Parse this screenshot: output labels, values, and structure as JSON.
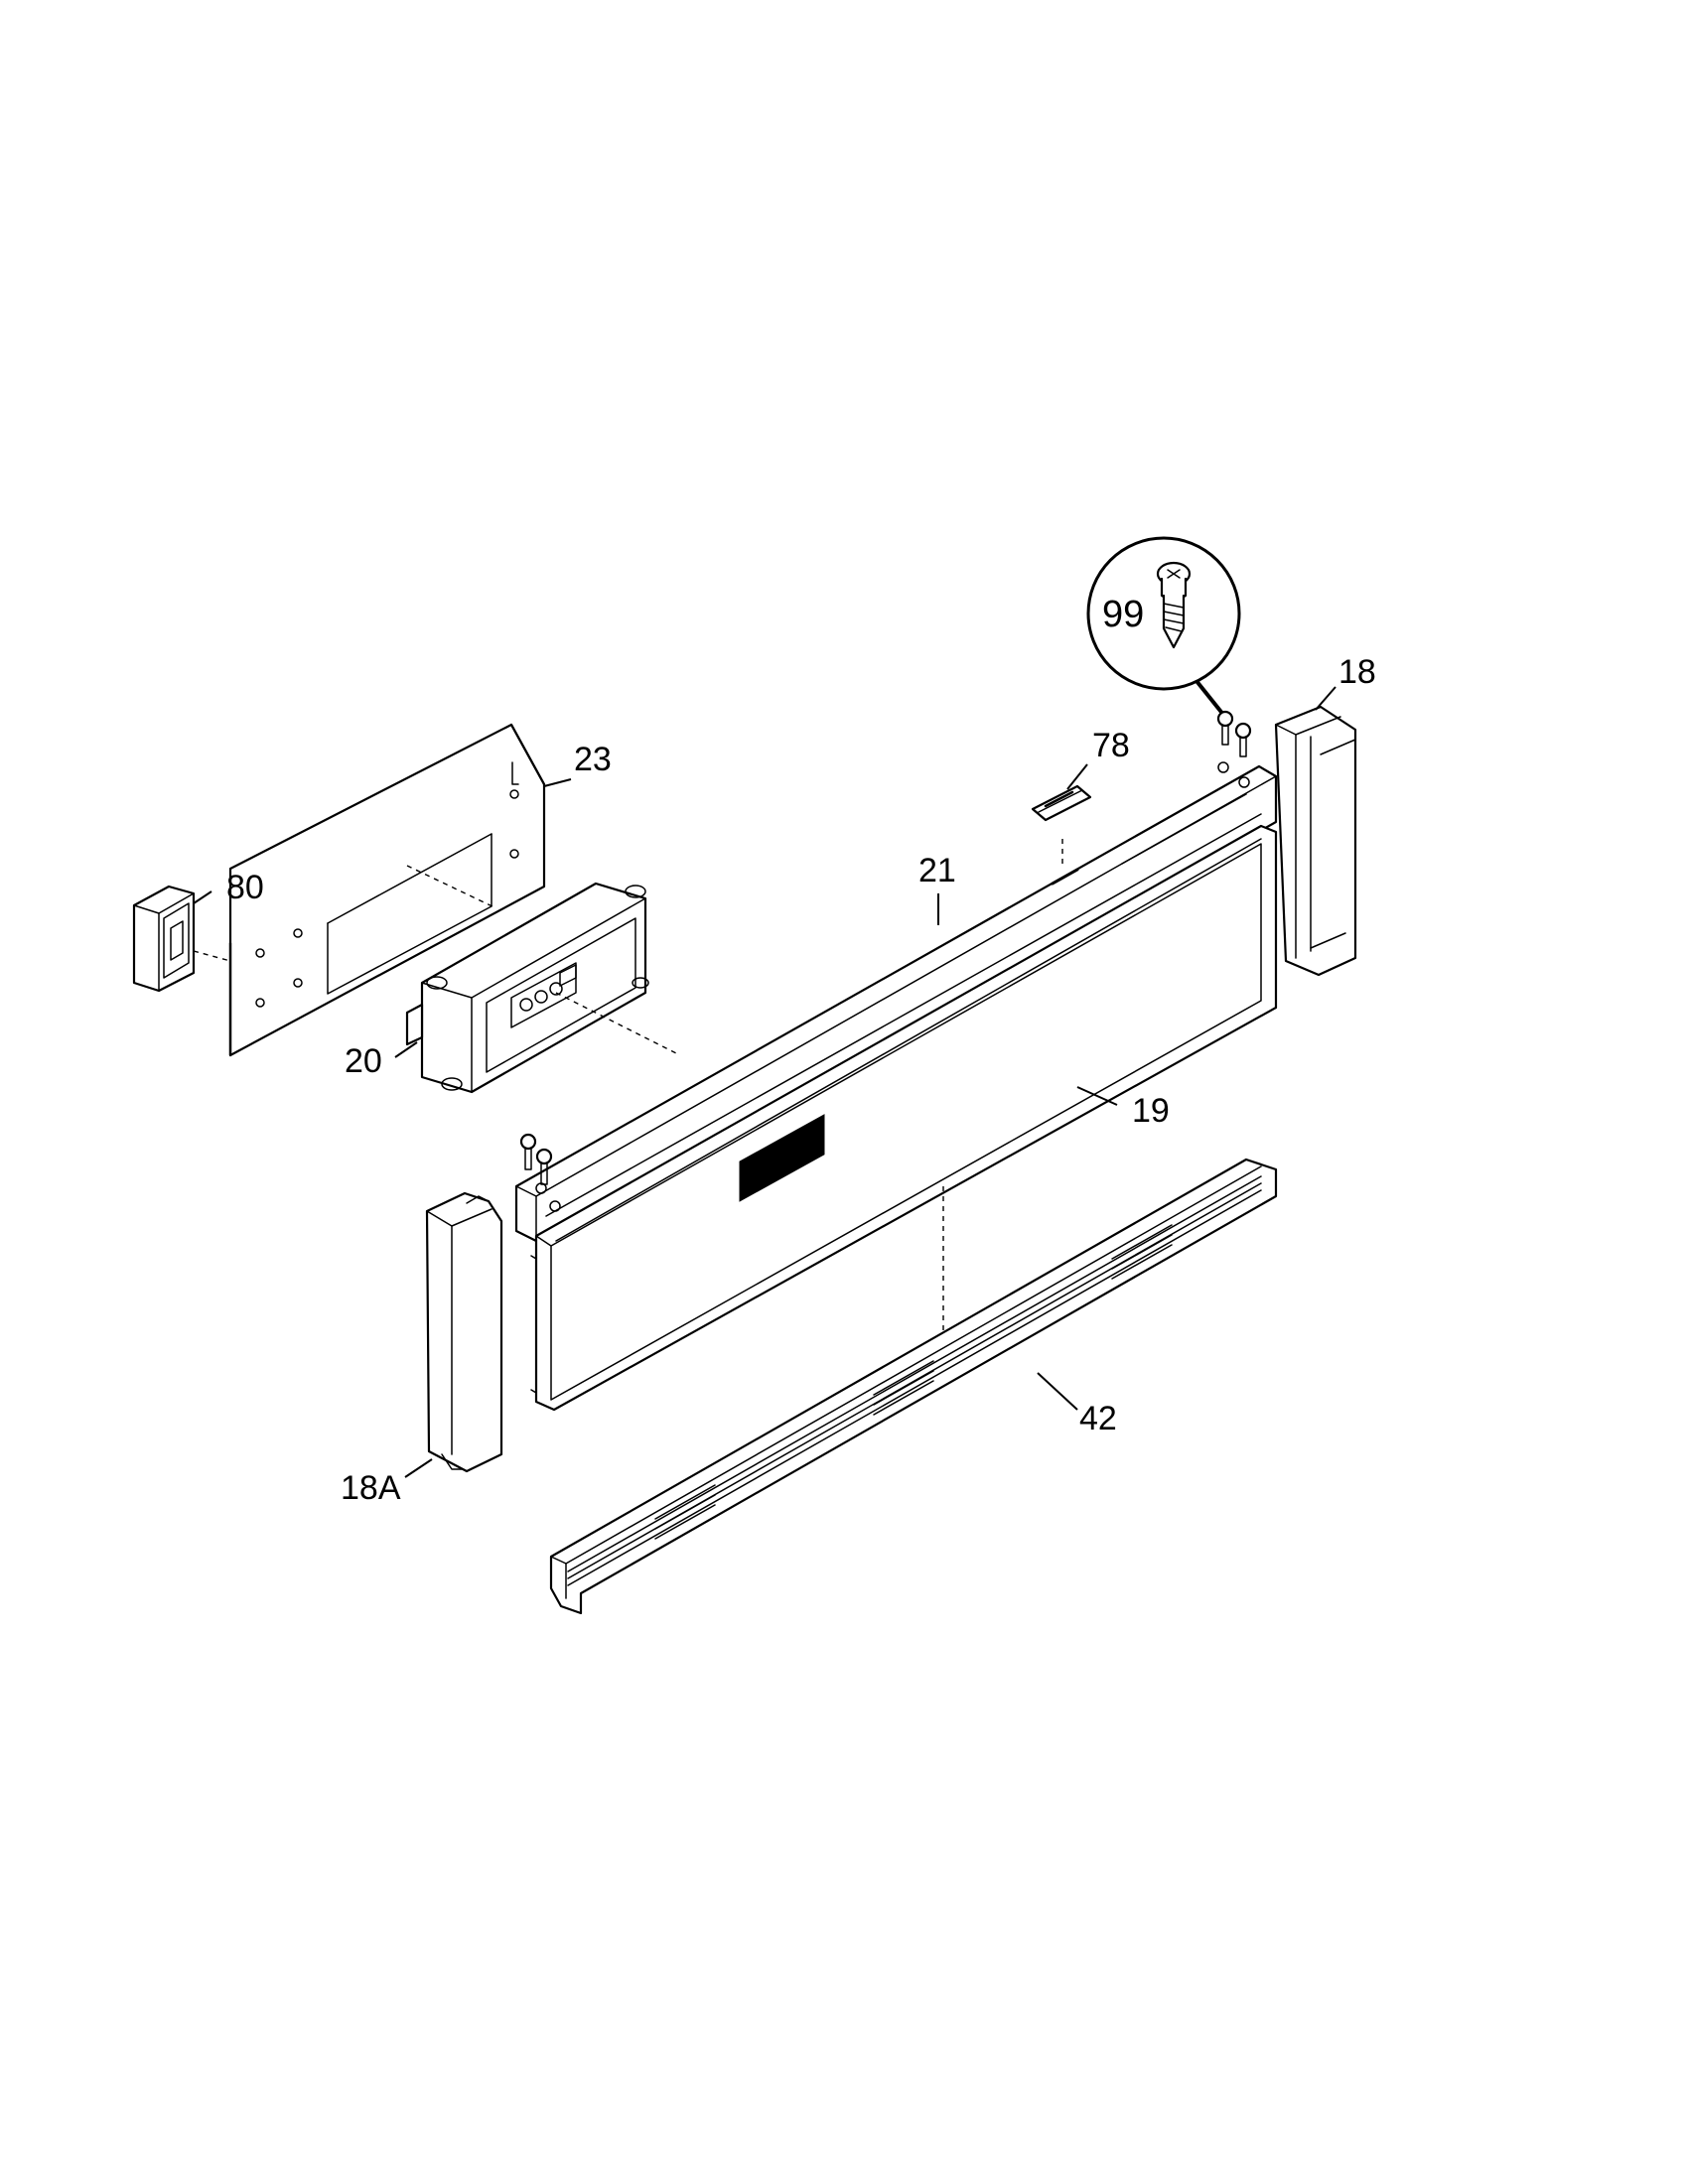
{
  "diagram": {
    "callouts": {
      "p99": "99",
      "p18": "18",
      "p78": "78",
      "p23": "23",
      "p21": "21",
      "p80": "80",
      "p20": "20",
      "p19": "19",
      "p42": "42",
      "p18A": "18A"
    }
  }
}
